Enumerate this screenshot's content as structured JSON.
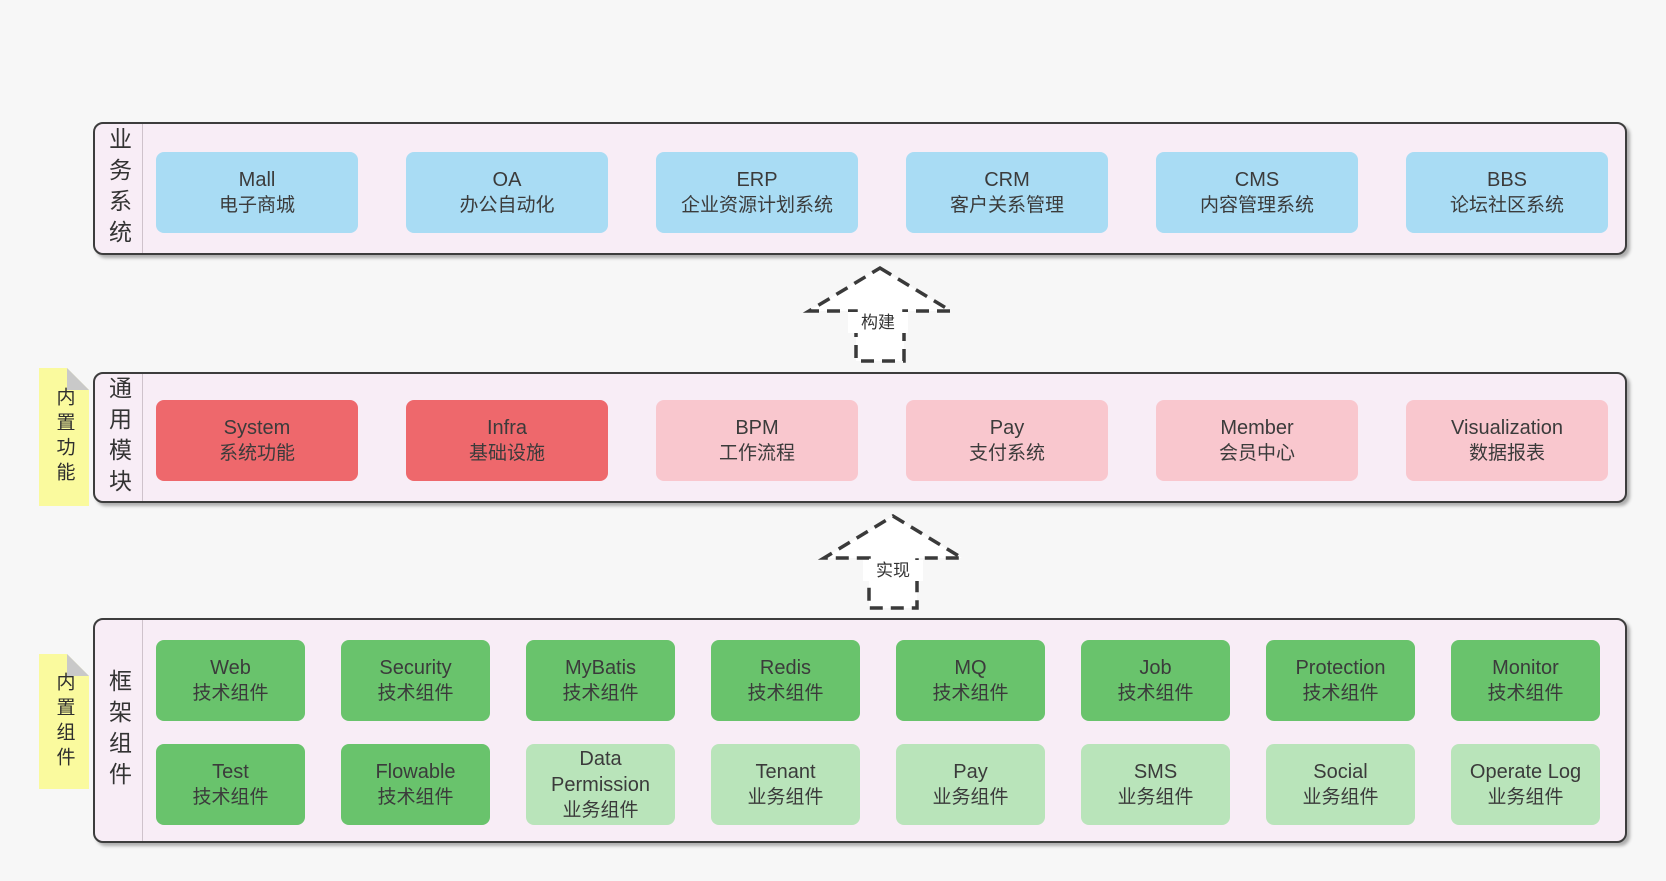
{
  "colors": {
    "page_bg": "#f7f7f7",
    "layer_bg": "#f8edf6",
    "layer_border": "#3d3d3d",
    "blue_box": "#a9dcf4",
    "red_box": "#ee686c",
    "pink_box": "#f9c7ce",
    "green_box": "#69c36c",
    "light_green_box": "#b9e4ba",
    "note_yellow": "#fafa9e",
    "text": "#3b3b3b"
  },
  "arrows": [
    {
      "label": "构建"
    },
    {
      "label": "实现"
    }
  ],
  "layers": [
    {
      "label": "业务系统",
      "boxes": [
        {
          "title": "Mall",
          "subtitle": "电子商城"
        },
        {
          "title": "OA",
          "subtitle": "办公自动化"
        },
        {
          "title": "ERP",
          "subtitle": "企业资源计划系统"
        },
        {
          "title": "CRM",
          "subtitle": "客户关系管理"
        },
        {
          "title": "CMS",
          "subtitle": "内容管理系统"
        },
        {
          "title": "BBS",
          "subtitle": "论坛社区系统"
        }
      ]
    },
    {
      "label": "通用模块",
      "note": "内置功能",
      "boxes": [
        {
          "title": "System",
          "subtitle": "系统功能"
        },
        {
          "title": "Infra",
          "subtitle": "基础设施"
        },
        {
          "title": "BPM",
          "subtitle": "工作流程"
        },
        {
          "title": "Pay",
          "subtitle": "支付系统"
        },
        {
          "title": "Member",
          "subtitle": "会员中心"
        },
        {
          "title": "Visualization",
          "subtitle": "数据报表"
        }
      ]
    },
    {
      "label": "框架组件",
      "note": "内置组件",
      "boxes": [
        {
          "title": "Web",
          "subtitle": "技术组件"
        },
        {
          "title": "Security",
          "subtitle": "技术组件"
        },
        {
          "title": "MyBatis",
          "subtitle": "技术组件"
        },
        {
          "title": "Redis",
          "subtitle": "技术组件"
        },
        {
          "title": "MQ",
          "subtitle": "技术组件"
        },
        {
          "title": "Job",
          "subtitle": "技术组件"
        },
        {
          "title": "Protection",
          "subtitle": "技术组件"
        },
        {
          "title": "Monitor",
          "subtitle": "技术组件"
        },
        {
          "title": "Test",
          "subtitle": "技术组件"
        },
        {
          "title": "Flowable",
          "subtitle": "技术组件"
        },
        {
          "title": "Data Permission",
          "subtitle": "业务组件"
        },
        {
          "title": "Tenant",
          "subtitle": "业务组件"
        },
        {
          "title": "Pay",
          "subtitle": "业务组件"
        },
        {
          "title": "SMS",
          "subtitle": "业务组件"
        },
        {
          "title": "Social",
          "subtitle": "业务组件"
        },
        {
          "title": "Operate Log",
          "subtitle": "业务组件"
        }
      ]
    }
  ]
}
